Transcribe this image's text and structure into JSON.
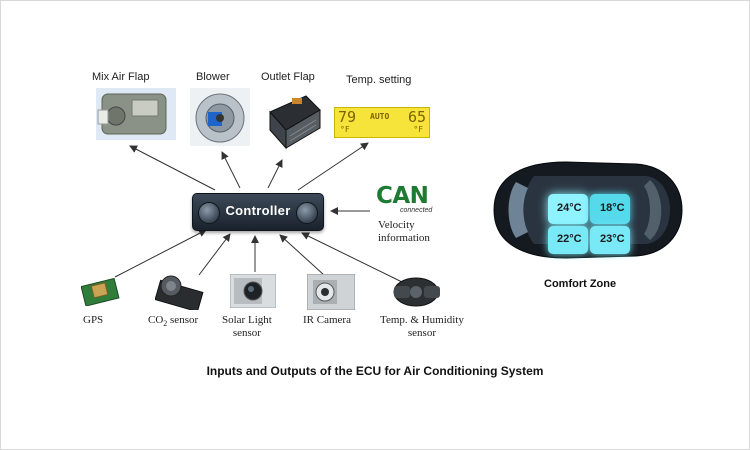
{
  "controller": {
    "label": "Controller"
  },
  "outputs": [
    {
      "label": "Mix Air Flap"
    },
    {
      "label": "Blower"
    },
    {
      "label": "Outlet Flap"
    },
    {
      "label": "Temp. setting"
    }
  ],
  "temp_display": {
    "left_temp": "79",
    "right_temp": "65",
    "mode": "AUTO",
    "unit": "°F"
  },
  "can": {
    "logo": "CAN",
    "subtitle": "connected",
    "label_line1": "Velocity",
    "label_line2": "information"
  },
  "inputs": [
    {
      "label": "GPS"
    },
    {
      "label_main": "CO",
      "label_sub": "2",
      "label_tail": " sensor"
    },
    {
      "label_line1": "Solar Light",
      "label_line2": "sensor"
    },
    {
      "label": "IR Camera"
    },
    {
      "label_line1": "Temp. & Humidity",
      "label_line2": "sensor"
    }
  ],
  "comfort_zones": {
    "front_left": "24°C",
    "front_right": "18°C",
    "rear_left": "22°C",
    "rear_right": "23°C"
  },
  "comfort_label": "Comfort Zone",
  "caption": "Inputs and Outputs of the ECU for Air Conditioning System",
  "colors": {
    "can_green": "#1f7a33",
    "zone_cyan": "#8ff3ff",
    "display_yellow": "#f6e43a"
  }
}
